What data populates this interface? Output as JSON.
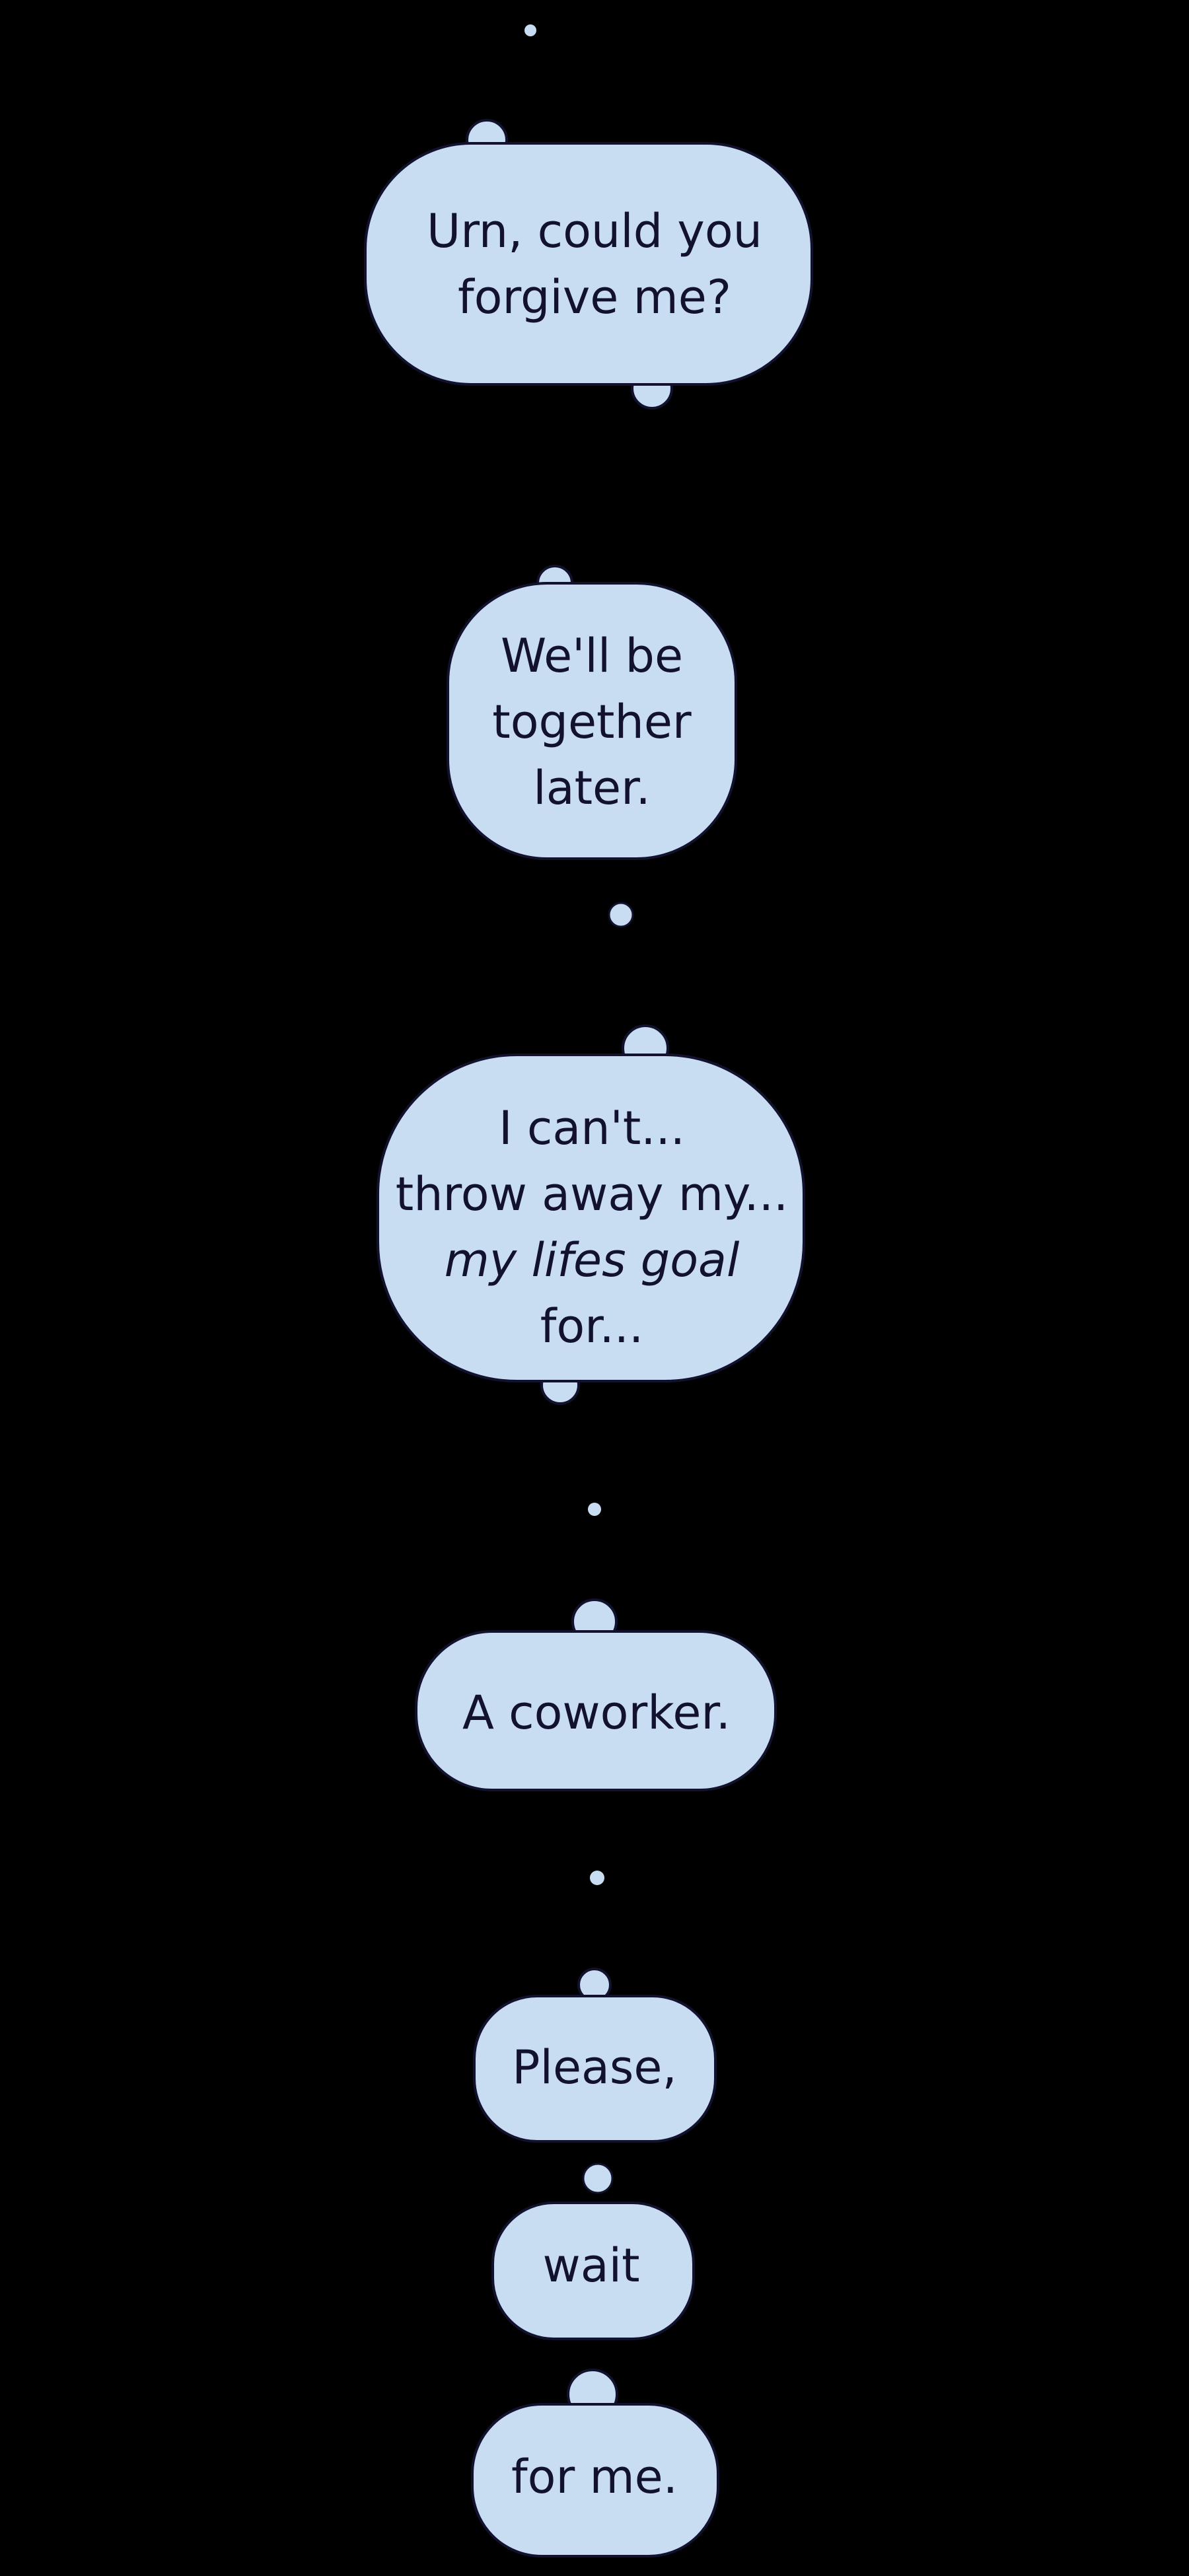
{
  "colors": {
    "background": "#000000",
    "bubble_fill": "#c8dcf2",
    "bubble_outline": "#12122e",
    "text": "#12122e"
  },
  "bubbles": [
    {
      "lines": [
        "Urn, could you",
        "forgive me?"
      ]
    },
    {
      "lines": [
        "We'll be",
        "together",
        "later."
      ]
    },
    {
      "lines": [
        "I can't...",
        "throw away my...",
        "my lifes goal",
        "for..."
      ]
    },
    {
      "lines": [
        "A coworker."
      ]
    },
    {
      "lines": [
        "Please,"
      ]
    },
    {
      "lines": [
        "wait"
      ]
    },
    {
      "lines": [
        "for me."
      ]
    }
  ]
}
